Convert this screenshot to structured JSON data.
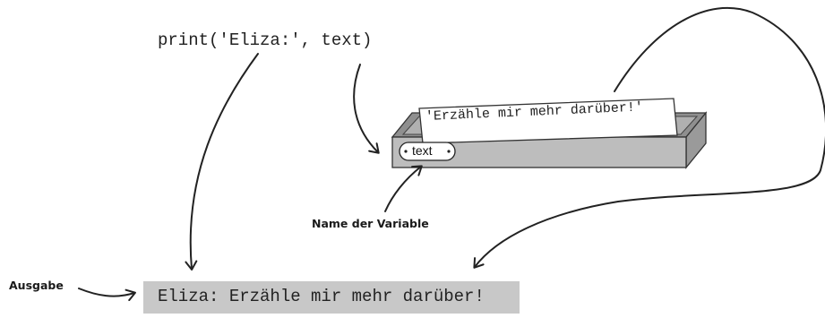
{
  "code_line": "print('Eliza:', text)",
  "variable_box": {
    "value_text": "'Erzähle mir mehr darüber!'",
    "name_label": "text"
  },
  "annotations": {
    "variable_name_caption": "Name der Variable",
    "output_caption": "Ausgabe"
  },
  "output": {
    "text": "Eliza: Erzähle mir mehr darüber!"
  },
  "colors": {
    "box_gray": "#bdbdbd",
    "box_dark": "#9a9a9a",
    "output_bg": "#c8c8c8",
    "ink": "#222222"
  }
}
